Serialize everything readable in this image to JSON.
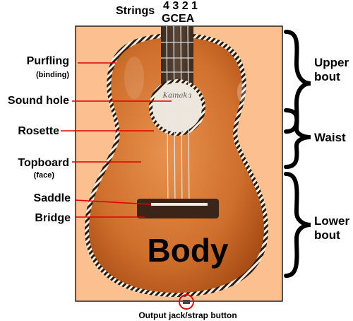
{
  "header": {
    "strings_label": "Strings",
    "string_numbers": "4 3 2 1",
    "string_notes": "GCEA"
  },
  "labels": {
    "purfling": "Purfling",
    "purfling_sub": "(binding)",
    "sound_hole": "Sound hole",
    "rosette": "Rosette",
    "topboard": "Topboard",
    "topboard_sub": "(face)",
    "saddle": "Saddle",
    "bridge": "Bridge"
  },
  "braces": {
    "upper_line1": "Upper",
    "upper_line2": "bout",
    "waist": "Waist",
    "lower_line1": "Lower",
    "lower_line2": "bout"
  },
  "body_word": "Body",
  "footer": "Output jack/strap button",
  "colors": {
    "photo_background": "#fbbf90",
    "photo_border": "#222222",
    "wood_light": "#e3894a",
    "wood_dark": "#9e4410",
    "annotation_line": "#e00000"
  }
}
